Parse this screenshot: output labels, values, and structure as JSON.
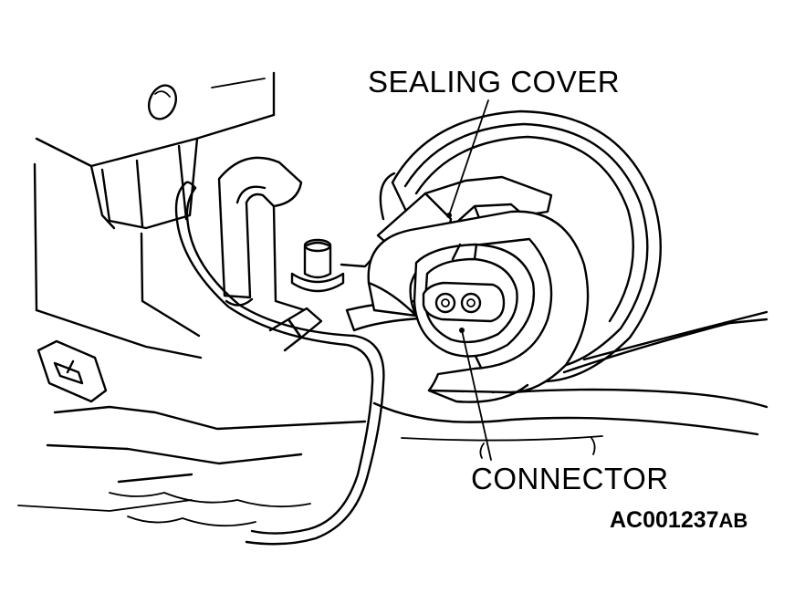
{
  "labels": {
    "sealing_cover": "SEALING COVER",
    "connector": "CONNECTOR",
    "figure_code_main": "AC001237",
    "figure_code_suffix": "AB"
  },
  "colors": {
    "line": "#000000",
    "background": "#ffffff"
  }
}
